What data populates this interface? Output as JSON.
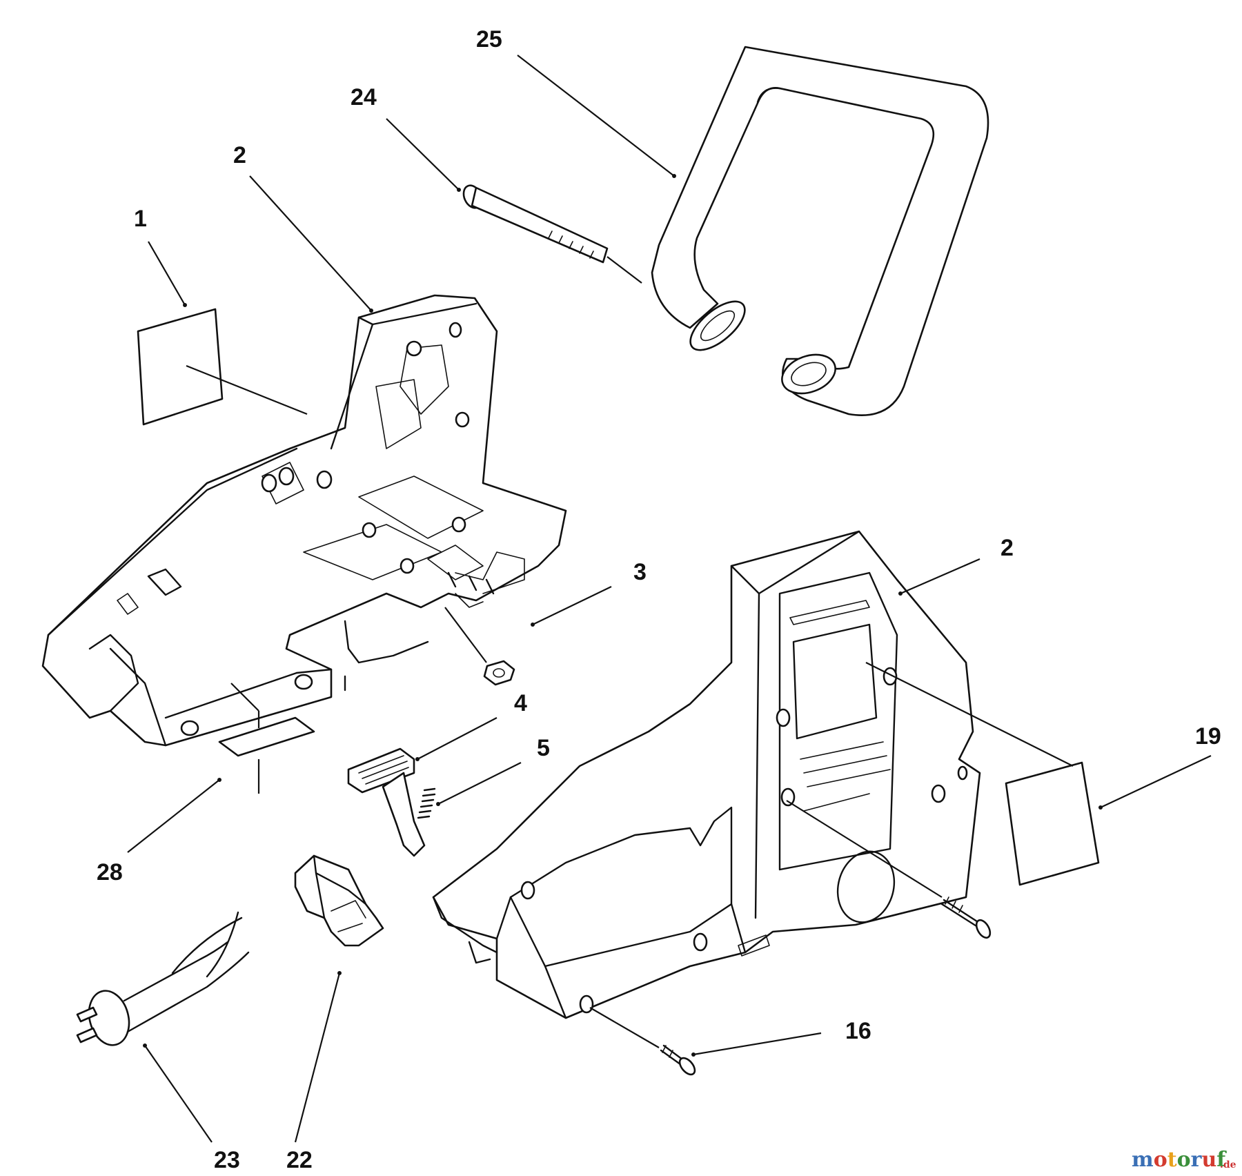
{
  "labels": {
    "l1": "1",
    "l2a": "2",
    "l2b": "2",
    "l3": "3",
    "l4": "4",
    "l5": "5",
    "l16": "16",
    "l19": "19",
    "l22": "22",
    "l23": "23",
    "l24": "24",
    "l25": "25",
    "l28": "28"
  },
  "watermark": {
    "text": "motoruf",
    "suffix": ".de",
    "colors": [
      "#3a6fb5",
      "#d33b2f",
      "#e9a11b",
      "#3a8f3a",
      "#3a6fb5",
      "#d33b2f",
      "#3a8f3a"
    ]
  }
}
